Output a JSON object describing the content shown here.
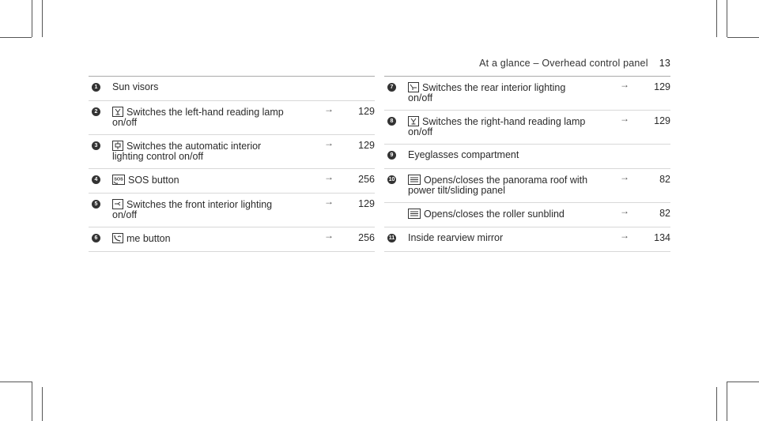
{
  "header": {
    "title": "At a glance – Overhead control panel",
    "page_number": "13"
  },
  "left_items": [
    {
      "num": "1",
      "icon": "",
      "text": "Sun visors",
      "ref": ""
    },
    {
      "num": "2",
      "icon": "reading-lamp-icon",
      "text": "Switches the left-hand reading lamp on/off",
      "ref": "129"
    },
    {
      "num": "3",
      "icon": "automatic-interior-light-icon",
      "text": "Switches the automatic interior lighting control on/off",
      "ref": "129"
    },
    {
      "num": "4",
      "icon": "sos-icon",
      "text": "SOS button",
      "ref": "256"
    },
    {
      "num": "5",
      "icon": "front-interior-light-icon",
      "text": "Switches the front interior lighting on/off",
      "ref": "129"
    },
    {
      "num": "6",
      "icon": "me-phone-icon",
      "text": "me button",
      "ref": "256"
    }
  ],
  "right_items": [
    {
      "num": "7",
      "icon": "rear-interior-light-icon",
      "text": "Switches the rear interior lighting on/off",
      "ref": "129"
    },
    {
      "num": "8",
      "icon": "reading-lamp-icon",
      "text": "Switches the right-hand reading lamp on/off",
      "ref": "129"
    },
    {
      "num": "9",
      "icon": "",
      "text": "Eyeglasses compartment",
      "ref": ""
    },
    {
      "num": "10",
      "icon": "panorama-roof-icon",
      "text": "Opens/closes the panorama roof with power tilt/sliding panel",
      "ref": "82"
    },
    {
      "num": "",
      "icon": "roller-sunblind-icon",
      "text": "Opens/closes the roller sunblind",
      "ref": "82"
    },
    {
      "num": "11",
      "icon": "",
      "text": "Inside rearview mirror",
      "ref": "134"
    }
  ],
  "arrow_glyph": "→"
}
